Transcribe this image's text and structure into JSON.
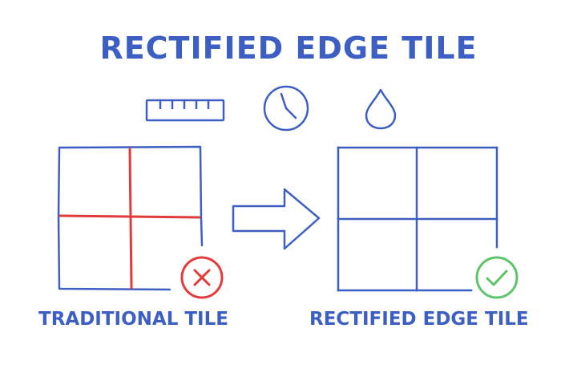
{
  "title": "RECTIFIED EDGE TILE",
  "captions": {
    "traditional": "TRADITIONAL TILE",
    "rectified": "RECTIFIED EDGE TILE"
  },
  "icons": [
    "ruler-icon",
    "clock-icon",
    "water-drop-icon",
    "arrow-right-icon",
    "cross-circle-icon",
    "check-circle-icon"
  ],
  "colors": {
    "primary_blue": "#3d5fc4",
    "grout_red": "#e23b3b",
    "success_green": "#5ec46a"
  }
}
